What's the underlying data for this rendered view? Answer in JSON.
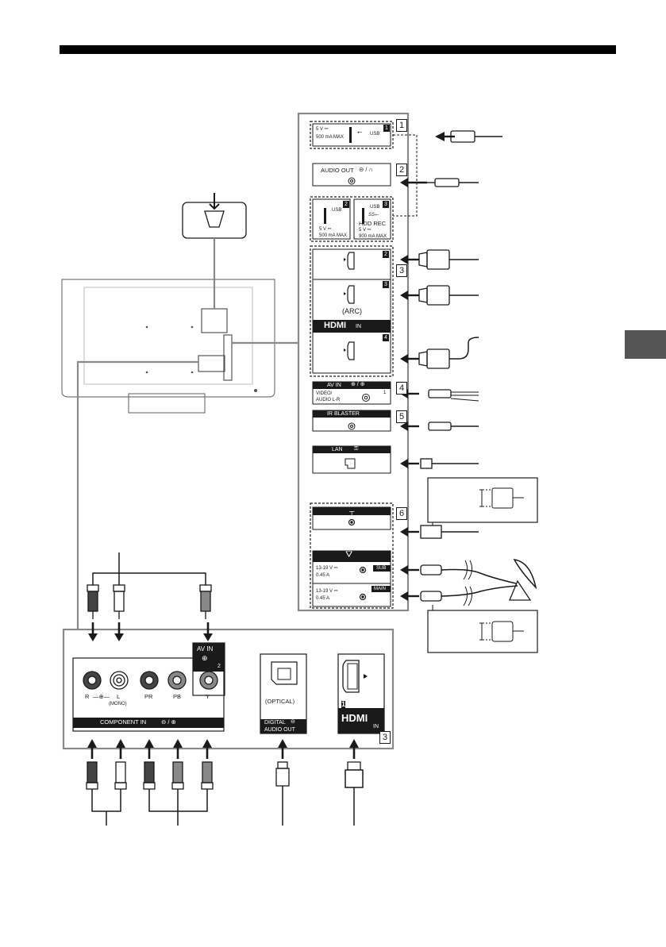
{
  "panel_labels": {
    "usb1_power": "5 V ⎓",
    "usb1_current": "500 mA MAX",
    "usb": "USB",
    "audio_out": "AUDIO OUT",
    "usb2_power": "5 V ⎓",
    "usb2_current": "500 mA MAX",
    "hdd_rec": "HDD REC",
    "usb3_power": "5 V ⎓",
    "usb3_current": "900 mA MAX",
    "arc": "(ARC)",
    "hdmi": "HDMI",
    "in": "IN",
    "av_in": "AV IN",
    "video_audio": "VIDEO/",
    "audio_lr": "AUDIO L-R",
    "ir_blaster": "IR BLASTER",
    "lan": "LAN",
    "sat_voltage": "13-19 V ⎓",
    "sat_current": "0.45 A",
    "sub": "SUB",
    "main": "MAIN"
  },
  "bottom_labels": {
    "r": "R",
    "l": "L",
    "mono": "(MONO)",
    "pr": "PR",
    "pb": "PB",
    "y": "Y",
    "component_in": "COMPONENT IN",
    "av_in": "AV IN",
    "optical": "(OPTICAL)",
    "digital": "DIGITAL",
    "audio_out": "AUDIO OUT",
    "hdmi": "HDMI",
    "in": "IN"
  },
  "numbers": {
    "usb1": "1",
    "audio": "2",
    "usb2": "2",
    "usb3": "3",
    "hdmi_group": "3",
    "hdmi2": "2",
    "hdmi3": "3",
    "hdmi4": "4",
    "av_group": "4",
    "av1": "1",
    "ir_group": "5",
    "antenna_group": "6",
    "av2": "2",
    "hdmi1": "1",
    "bottom_group": "3"
  },
  "colors": {
    "ink": "#1a1a1a",
    "frame": "#8a8a8a",
    "tab": "#555555"
  }
}
